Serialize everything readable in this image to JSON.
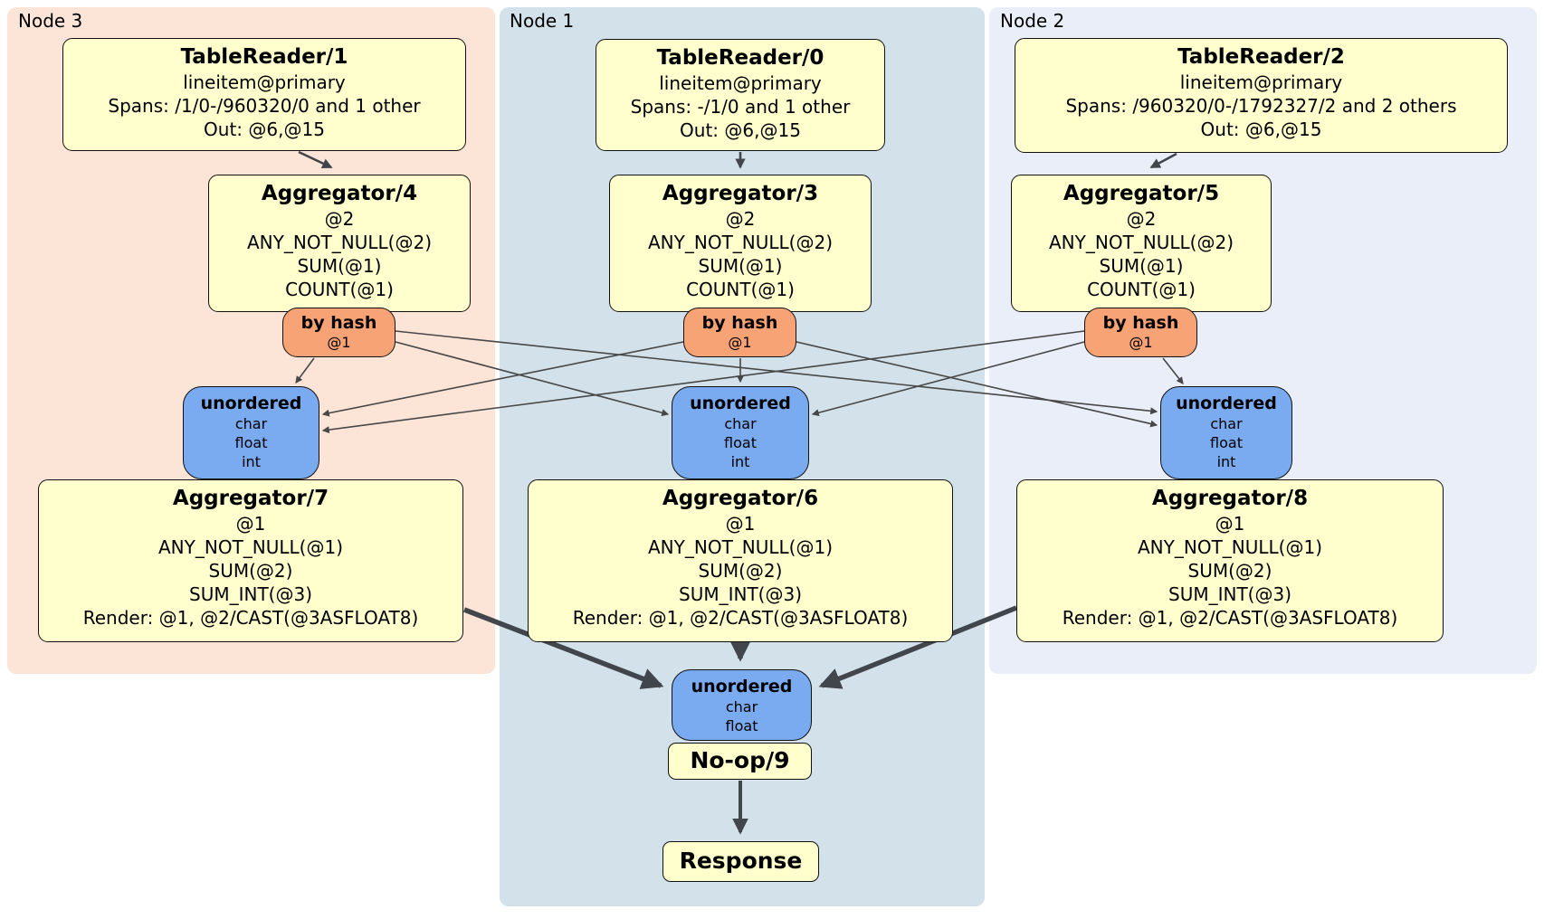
{
  "diagram": {
    "groups": {
      "node3": {
        "label": "Node 3"
      },
      "node1": {
        "label": "Node 1"
      },
      "node2": {
        "label": "Node 2"
      }
    },
    "node3": {
      "table_reader": {
        "title": "TableReader/1",
        "lines": [
          "lineitem@primary",
          "Spans: /1/0-/960320/0 and 1 other",
          "Out: @6,@15"
        ]
      },
      "aggregator_top": {
        "title": "Aggregator/4",
        "lines": [
          "@2",
          "ANY_NOT_NULL(@2)",
          "SUM(@1)",
          "COUNT(@1)"
        ]
      },
      "router": {
        "title": "by hash",
        "detail": "@1"
      },
      "sync": {
        "title": "unordered",
        "lines": [
          "char",
          "float",
          "int"
        ]
      },
      "aggregator_bottom": {
        "title": "Aggregator/7",
        "lines": [
          "@1",
          "ANY_NOT_NULL(@1)",
          "SUM(@2)",
          "SUM_INT(@3)",
          "Render: @1, @2/CAST(@3ASFLOAT8)"
        ]
      }
    },
    "node1": {
      "table_reader": {
        "title": "TableReader/0",
        "lines": [
          "lineitem@primary",
          "Spans: -/1/0 and 1 other",
          "Out: @6,@15"
        ]
      },
      "aggregator_top": {
        "title": "Aggregator/3",
        "lines": [
          "@2",
          "ANY_NOT_NULL(@2)",
          "SUM(@1)",
          "COUNT(@1)"
        ]
      },
      "router": {
        "title": "by hash",
        "detail": "@1"
      },
      "sync": {
        "title": "unordered",
        "lines": [
          "char",
          "float",
          "int"
        ]
      },
      "aggregator_bottom": {
        "title": "Aggregator/6",
        "lines": [
          "@1",
          "ANY_NOT_NULL(@1)",
          "SUM(@2)",
          "SUM_INT(@3)",
          "Render: @1, @2/CAST(@3ASFLOAT8)"
        ]
      },
      "final_sync": {
        "title": "unordered",
        "lines": [
          "char",
          "float"
        ]
      },
      "noop": {
        "title": "No-op/9"
      },
      "response": {
        "title": "Response"
      }
    },
    "node2": {
      "table_reader": {
        "title": "TableReader/2",
        "lines": [
          "lineitem@primary",
          "Spans: /960320/0-/1792327/2 and 2 others",
          "Out: @6,@15"
        ]
      },
      "aggregator_top": {
        "title": "Aggregator/5",
        "lines": [
          "@2",
          "ANY_NOT_NULL(@2)",
          "SUM(@1)",
          "COUNT(@1)"
        ]
      },
      "router": {
        "title": "by hash",
        "detail": "@1"
      },
      "sync": {
        "title": "unordered",
        "lines": [
          "char",
          "float",
          "int"
        ]
      },
      "aggregator_bottom": {
        "title": "Aggregator/8",
        "lines": [
          "@1",
          "ANY_NOT_NULL(@1)",
          "SUM(@2)",
          "SUM_INT(@3)",
          "Render: @1, @2/CAST(@3ASFLOAT8)"
        ]
      }
    },
    "colors": {
      "region_node3": "#fce4d6",
      "region_node1": "#d2e1ea",
      "region_node2": "#e9eef9",
      "operator_fill": "#ffffce",
      "router_fill": "#f8a376",
      "sync_fill": "#7aaaf0",
      "edge": "#41464c"
    }
  }
}
